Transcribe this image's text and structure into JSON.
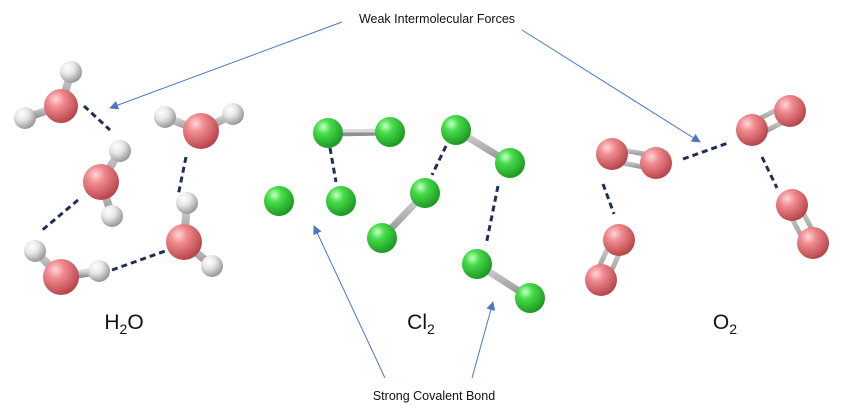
{
  "labels": {
    "weak": "Weak Intermolecular Forces",
    "strong": "Strong Covalent Bond"
  },
  "molecules": {
    "water": {
      "symbol": "H",
      "subscript": "2",
      "suffix": "O"
    },
    "chlorine": {
      "symbol": "Cl",
      "subscript": "2"
    },
    "oxygen": {
      "symbol": "O",
      "subscript": "2"
    }
  },
  "colors": {
    "oxygen_atom": "#e8777c",
    "hydrogen_atom": "#e8e8e8",
    "chlorine_atom": "#44d84a",
    "bond": "#a9a9a9",
    "dashed_force": "#1f2f57",
    "pointer_arrow": "#4a78c2"
  }
}
